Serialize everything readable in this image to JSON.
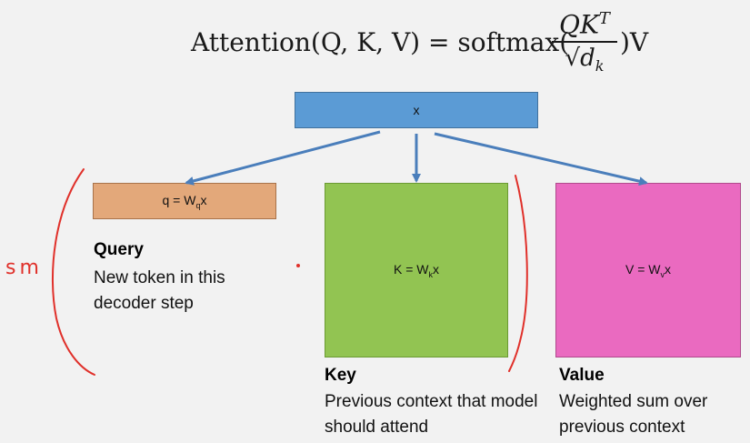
{
  "formula": {
    "lhs": "Attention(Q, K, V) = softmax(",
    "numerator_base": "QK",
    "numerator_sup": "T",
    "denominator_root": "√",
    "denominator_base": "d",
    "denominator_sub": "k",
    "rhs": ")V"
  },
  "boxes": {
    "x": {
      "label": "x"
    },
    "query": {
      "lhs": "q = W",
      "sub": "q",
      "rhs": "x"
    },
    "key": {
      "lhs": "K = W",
      "sub": "k",
      "rhs": "x"
    },
    "value": {
      "lhs": "V = W",
      "sub": "v",
      "rhs": "x"
    }
  },
  "labels": {
    "query": {
      "title": "Query",
      "desc": "New token in this decoder step"
    },
    "key": {
      "title": "Key",
      "desc": "Previous context that model should attend"
    },
    "value": {
      "title": "Value",
      "desc": "Weighted sum over previous context"
    }
  },
  "annotations": {
    "handwritten": "sm"
  },
  "colors": {
    "background": "#f2f2f2",
    "x_box": "#5b9bd5",
    "query_box": "#e3a87a",
    "key_box": "#92c452",
    "value_box": "#ea6ac0",
    "arrow": "#4a7ebb",
    "ink": "#e0302a"
  }
}
